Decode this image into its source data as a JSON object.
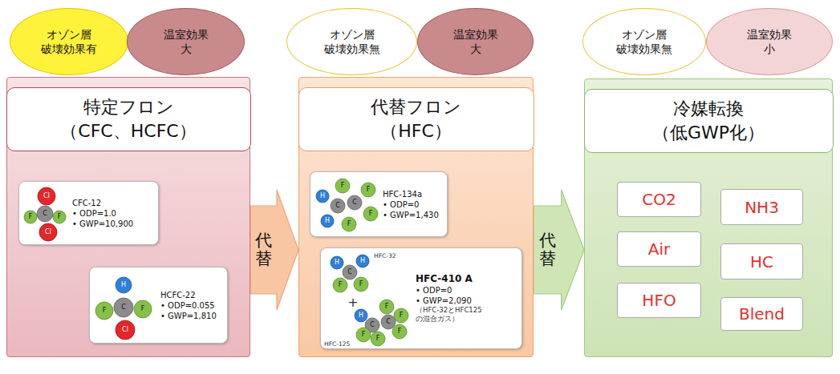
{
  "diagram": {
    "nodes": [
      {
        "text": [
          "オゾン層 破壊効果有"
        ]
      },
      {
        "text": [
          "温室効果 大"
        ]
      },
      {
        "text": [
          "特定フロン （CFC、HCFC）"
        ]
      },
      {
        "text": [
          "CFC-12",
          "• ODP=1.0",
          "• GWP=10,900"
        ],
        "in": 2
      },
      {
        "text": [
          "HCFC-22",
          "• ODP=0.055",
          "• GWP=1,810"
        ],
        "in": 2
      },
      {
        "text": [
          "オゾン層 破壊効果無"
        ]
      },
      {
        "text": [
          "温室効果 大"
        ]
      },
      {
        "text": [
          "代替フロン （HFC）"
        ]
      },
      {
        "text": [
          "HFC-134a",
          "• ODP=0",
          "• GWP=1,430"
        ],
        "in": 7
      },
      {
        "text": [
          "HFC-410 A",
          "• ODP=0",
          "• GWP=2,090",
          "（HFC-32とHFC125 の混合ガス）"
        ],
        "in": 7
      },
      {
        "text": [
          "オゾン層 破壊効果無"
        ]
      },
      {
        "text": [
          "温室効果 小"
        ]
      },
      {
        "text": [
          "冷媒転換 （低GWP化）"
        ]
      },
      {
        "text": [
          "CO2"
        ],
        "in": 12
      },
      {
        "text": [
          "NH3"
        ],
        "in": 12
      },
      {
        "text": [
          "Air"
        ],
        "in": 12
      },
      {
        "text": [
          "HC"
        ],
        "in": 12
      },
      {
        "text": [
          "HFO"
        ],
        "in": 12
      },
      {
        "text": [
          "Blend"
        ],
        "in": 12
      }
    ],
    "edges": [
      {
        "from": 2,
        "to": 7,
        "label": "代替",
        "arrow": "to"
      },
      {
        "from": 7,
        "to": 12,
        "label": "代替",
        "arrow": "to"
      }
    ],
    "labels": [
      "Cl",
      "F",
      "C",
      "F",
      "Cl",
      "H",
      "F",
      "C",
      "F",
      "Cl",
      "H",
      "H",
      "F",
      "F",
      "F",
      "F",
      "C",
      "C",
      "HFC-32",
      "H",
      "H",
      "F",
      "F",
      "C",
      "+",
      "HFC-125",
      "H",
      "F",
      "F",
      "F",
      "F",
      "F",
      "C",
      "C"
    ]
  }
}
